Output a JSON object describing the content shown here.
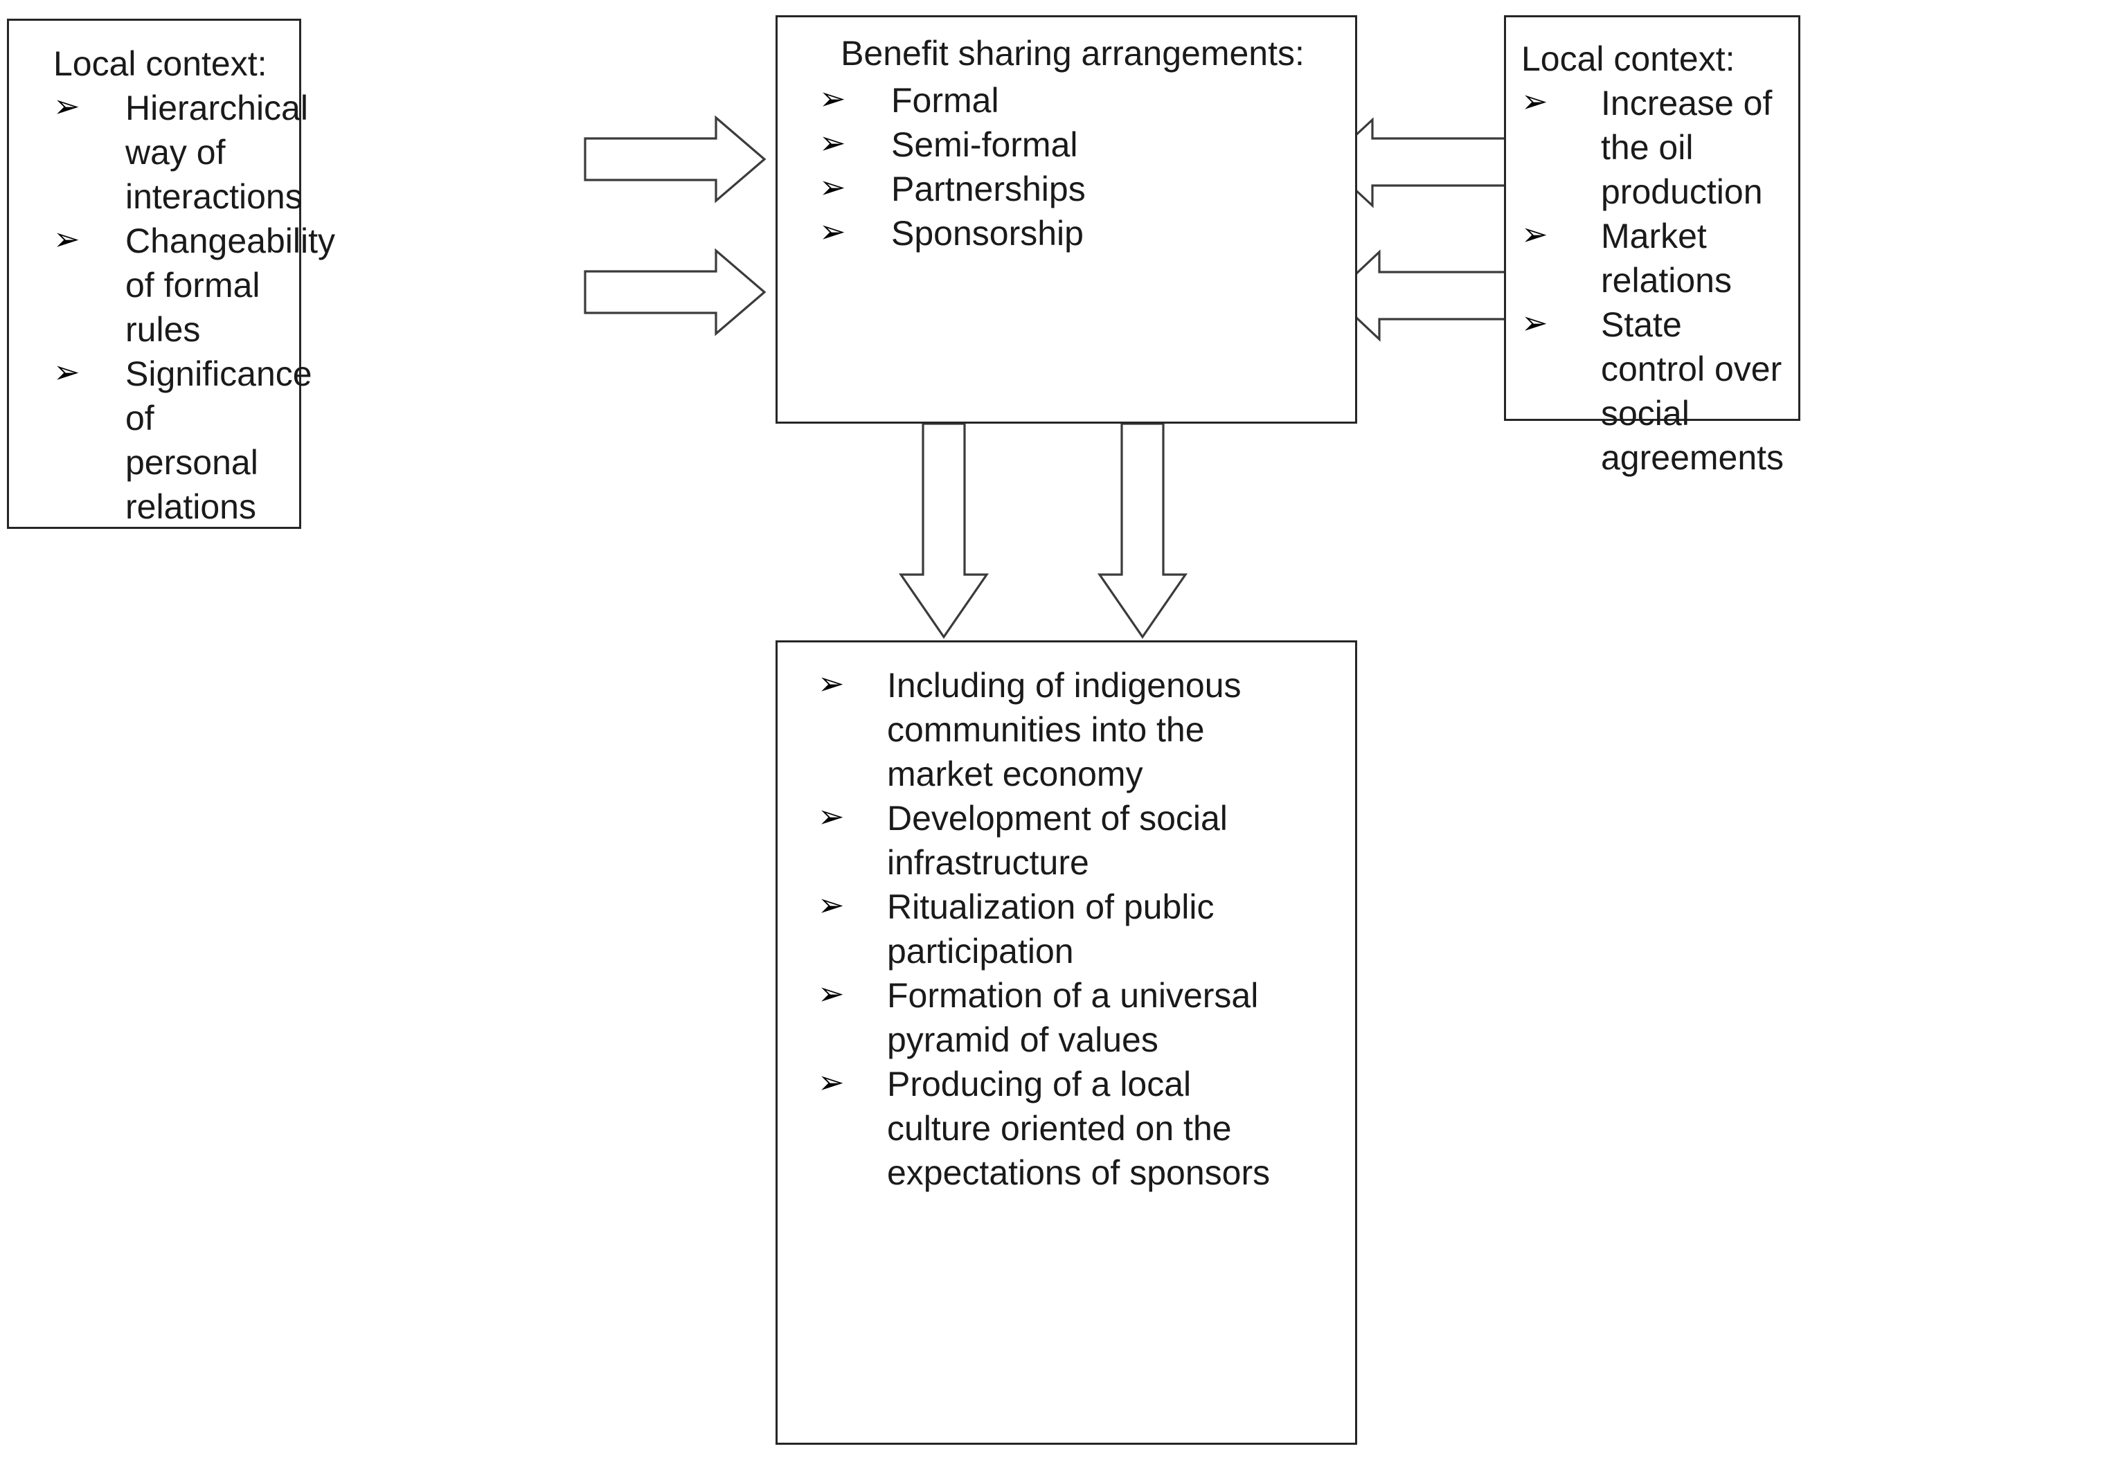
{
  "diagram": {
    "title": "Benefit sharing arrangements conceptual diagram",
    "boxes": {
      "left": {
        "heading": "Local context:",
        "bullet_marker": "➢",
        "items": [
          "Hierarchical way of interactions",
          "Changeability of formal rules",
          "Significance of personal relations"
        ]
      },
      "middle": {
        "heading": "Benefit sharing arrangements:",
        "bullet_marker": "➢",
        "items": [
          "Formal",
          "Semi-formal",
          "Partnerships",
          "Sponsorship"
        ]
      },
      "right": {
        "heading": "Local context:",
        "bullet_marker": "➢",
        "items": [
          "Increase of the oil production",
          "Market relations",
          "State control over social agreements"
        ]
      },
      "bottom": {
        "heading": "",
        "bullet_marker": "➢",
        "items": [
          "Including of indigenous communities into the market economy",
          "Development of social infrastructure",
          "Ritualization of public participation",
          "Formation of a universal pyramid of values",
          "Producing of a local culture oriented on the expectations of sponsors"
        ]
      }
    },
    "arrows": [
      {
        "name": "left-to-middle-upper",
        "direction": "right"
      },
      {
        "name": "left-to-middle-lower",
        "direction": "right"
      },
      {
        "name": "right-to-middle-upper",
        "direction": "left"
      },
      {
        "name": "right-to-middle-lower",
        "direction": "left"
      },
      {
        "name": "middle-to-bottom-left",
        "direction": "down"
      },
      {
        "name": "middle-to-bottom-right",
        "direction": "down"
      }
    ],
    "colors": {
      "box_border": "#262626",
      "arrow_stroke": "#3b3b3b",
      "arrow_fill": "#ffffff",
      "text": "#1a1a1a",
      "background": "#ffffff"
    }
  }
}
